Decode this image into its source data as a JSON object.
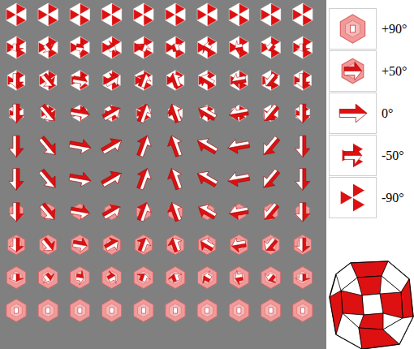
{
  "diagram": {
    "legend": [
      {
        "text": "+90°"
      },
      {
        "text": "+50°"
      },
      {
        "text": "0°"
      },
      {
        "text": "-50°"
      },
      {
        "text": "-90°"
      }
    ]
  }
}
